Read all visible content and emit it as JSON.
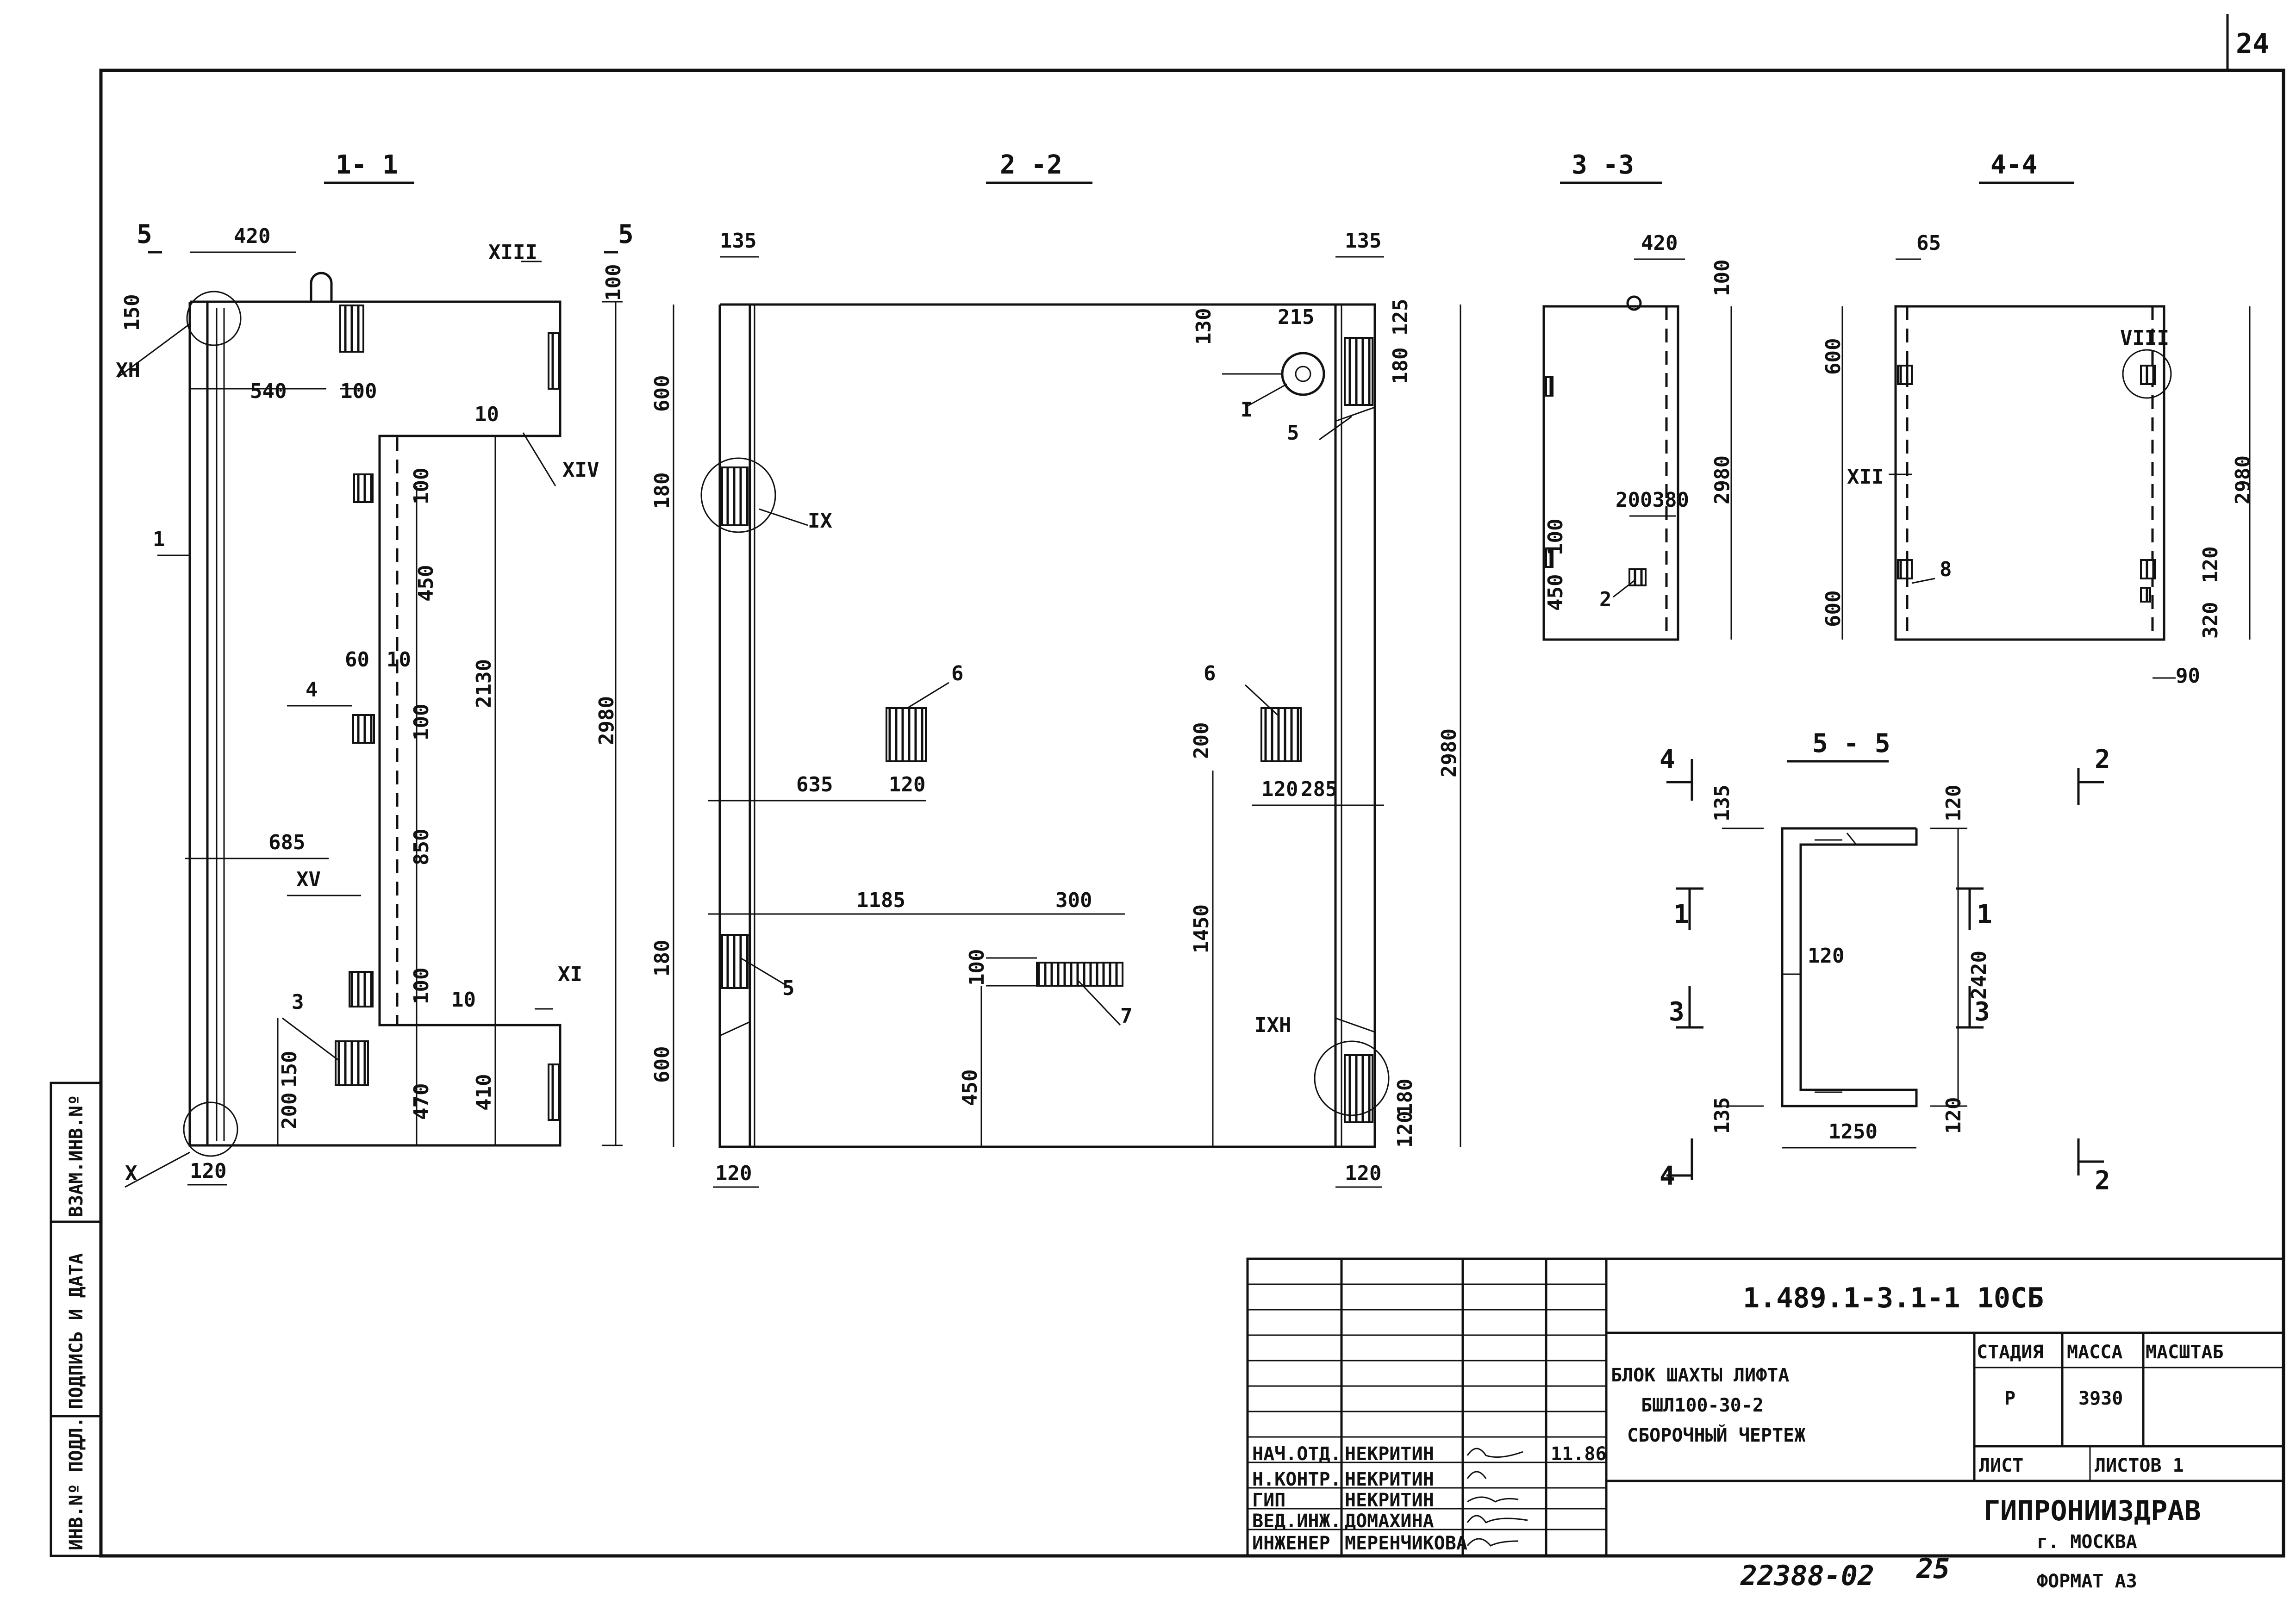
{
  "sheet_number": "24",
  "sections": {
    "s1": "1- 1",
    "s2": "2 -2",
    "s3": "3 -3",
    "s4": "4-4",
    "s5": "5 - 5"
  },
  "view1": {
    "cut_left": "5",
    "cut_right": "5",
    "dims": {
      "d420": "420",
      "d150": "150",
      "d540": "540",
      "d100a": "100",
      "d100b": "100",
      "d10a": "10",
      "d100c": "100",
      "d450": "450",
      "d60": "60",
      "d10b": "10",
      "d100d": "100",
      "d2130": "2130",
      "d850": "850",
      "d2980": "2980",
      "d685": "685",
      "d100e": "100",
      "d10c": "10",
      "d200": "200",
      "d150b": "150",
      "d470": "470",
      "d410": "410",
      "d120": "120"
    },
    "callouts": {
      "c13": "XIII",
      "c14": "XIV",
      "c15": "XV",
      "c11": "XI",
      "c10h": "XН",
      "c10": "X"
    },
    "pos": {
      "p1": "1",
      "p3": "3",
      "p4": "4"
    }
  },
  "view2": {
    "dims": {
      "d135a": "135",
      "d135b": "135",
      "d600a": "600",
      "d180a": "180",
      "d130": "130",
      "d215": "215",
      "d125": "125",
      "d180b": "180",
      "d635": "635",
      "d120a": "120",
      "d200": "200",
      "d120b": "120",
      "d285": "285",
      "d2980": "2980",
      "d1185": "1185",
      "d300": "300",
      "d180c": "180",
      "d100": "100",
      "d1450": "1450",
      "d600b": "600",
      "d450": "450",
      "d120c": "120",
      "d180d": "180",
      "d120d": "120",
      "d120e": "120"
    },
    "callouts": {
      "c9": "IX",
      "c1": "I",
      "c9h": "IXН"
    },
    "pos": {
      "p5a": "5",
      "p5b": "5",
      "p6a": "6",
      "p6b": "6",
      "p7": "7"
    }
  },
  "view3": {
    "dims": {
      "d420": "420",
      "d100a": "100",
      "d2980": "2980",
      "d200380": "200380",
      "d100b": "100",
      "d450": "450"
    },
    "pos": {
      "p2": "2"
    }
  },
  "view4": {
    "dims": {
      "d65": "65",
      "d600a": "600",
      "d2980": "2980",
      "d600b": "600",
      "d120": "120",
      "d320": "320",
      "d90": "90"
    },
    "callouts": {
      "c8": "VIII",
      "c12": "XII"
    },
    "pos": {
      "p8": "8"
    }
  },
  "view5": {
    "dims": {
      "d135a": "135",
      "d120a": "120",
      "d120b": "120",
      "d2420": "2420",
      "d135b": "135",
      "d1250": "1250",
      "d120c": "120"
    },
    "cuts": {
      "c4a": "4",
      "c4b": "4",
      "c1a": "1",
      "c1b": "1",
      "c3a": "3",
      "c3b": "3",
      "c2a": "2",
      "c2b": "2"
    }
  },
  "title_block": {
    "doc_code": "1.489.1-3.1-1  10СБ",
    "name_line1": "БЛОК  ШАХТЫ  ЛИФТА",
    "name_line2": "БШЛ100-30-2",
    "name_line3": "СБОРОЧНЫЙ  ЧЕРТЕЖ",
    "stage_header": "СТАДИЯ",
    "mass_header": "МАССА",
    "scale_header": "МАСШТАБ",
    "stage_value": "Р",
    "mass_value": "3930",
    "sheet_label": "ЛИСТ",
    "sheets_label": "ЛИСТОВ 1",
    "org": "ГИПРОНИИЗДРАВ",
    "city": "г. МОСКВА",
    "date": "11.86",
    "roles": [
      {
        "role": "НАЧ.ОТД.",
        "name": "НЕКРИТИН"
      },
      {
        "role": "Н.КОНТР.",
        "name": "НЕКРИТИН"
      },
      {
        "role": "ГИП",
        "name": "НЕКРИТИН"
      },
      {
        "role": "ВЕД.ИНЖ.",
        "name": "ДОМАХИНА"
      },
      {
        "role": "ИНЖЕНЕР",
        "name": "МЕРЕНЧИКОВА"
      }
    ]
  },
  "side_stamp": {
    "inv_vzam": "ВЗАМ.ИНВ.Nº",
    "podp_data": "ПОДПИСЬ И ДАТА",
    "inv_podl": "ИНВ.Nº ПОДЛ."
  },
  "footer": {
    "inv_number": "22388-02",
    "page": "25",
    "format": "ФОРМАТ А3"
  }
}
